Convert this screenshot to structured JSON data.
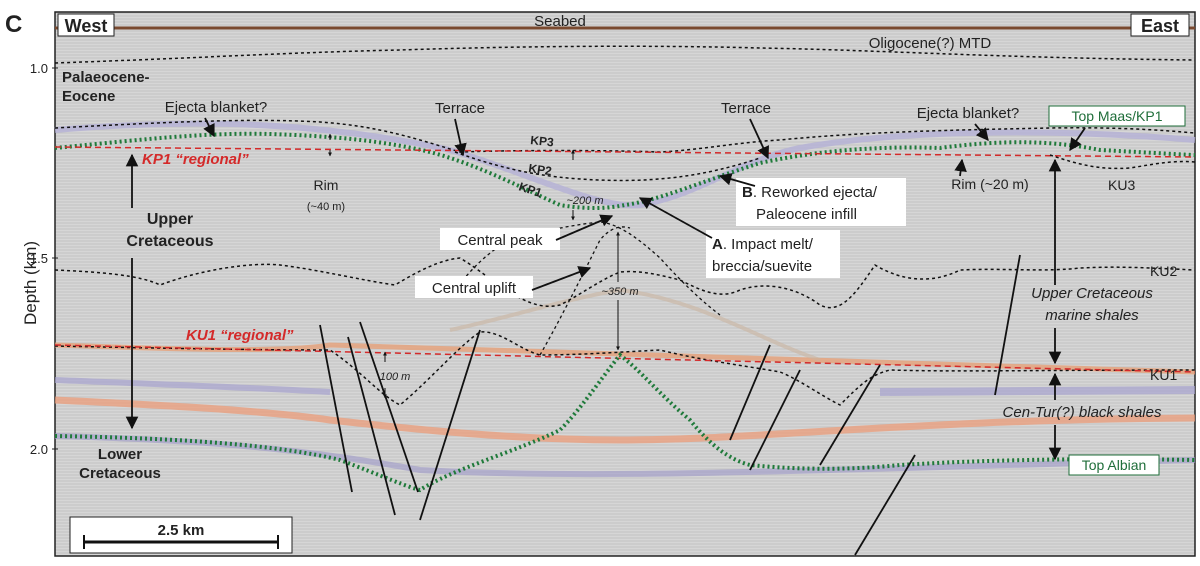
{
  "panel_letter": "C",
  "header": {
    "west": "West",
    "east": "East",
    "seabed": "Seabed",
    "mtd": "Oligocene(?) MTD"
  },
  "axis": {
    "ylabel": "Depth (km)",
    "ticks": [
      "1.0",
      "1.5",
      "2.0"
    ]
  },
  "units": {
    "palaeocene": [
      "Palaeocene-",
      "Eocene"
    ],
    "upper_cretaceous": [
      "Upper",
      "Cretaceous"
    ],
    "lower_cretaceous": [
      "Lower",
      "Cretaceous"
    ],
    "uc_marine": [
      "Upper Cretaceous",
      "marine shales"
    ],
    "cen_tur": "Cen-Tur(?) black shales"
  },
  "horizons": {
    "kp1_regional": "KP1 “regional”",
    "ku1_regional": "KU1 “regional”",
    "kp3": "KP3",
    "kp2": "KP2",
    "kp1": "KP1",
    "ku3": "KU3",
    "ku2": "KU2",
    "ku1": "KU1",
    "top_maas": "Top Maas/KP1",
    "top_albian": "Top Albian"
  },
  "annotations": {
    "ejecta_west": "Ejecta blanket?",
    "ejecta_east": "Ejecta blanket?",
    "terrace_west": "Terrace",
    "terrace_east": "Terrace",
    "rim_west": "Rim",
    "rim_west_size": "(~40 m)",
    "rim_east": "Rim (~20 m)",
    "d200": "~200 m",
    "d350": "~350 m",
    "d100": "100 m",
    "central_peak": "Central peak",
    "central_uplift": "Central uplift",
    "b_letter": "B",
    "b_line1": ". Reworked ejecta/",
    "b_line2": "Paleocene infill",
    "a_letter": "A",
    "a_line1": ". Impact melt/",
    "a_line2": "breccia/suevite"
  },
  "scale_bar": "2.5 km",
  "colors": {
    "green_horizon": "#1f7a3a",
    "red_horizon": "#d42a2a",
    "seismic_bg": "#d9d9d9"
  }
}
